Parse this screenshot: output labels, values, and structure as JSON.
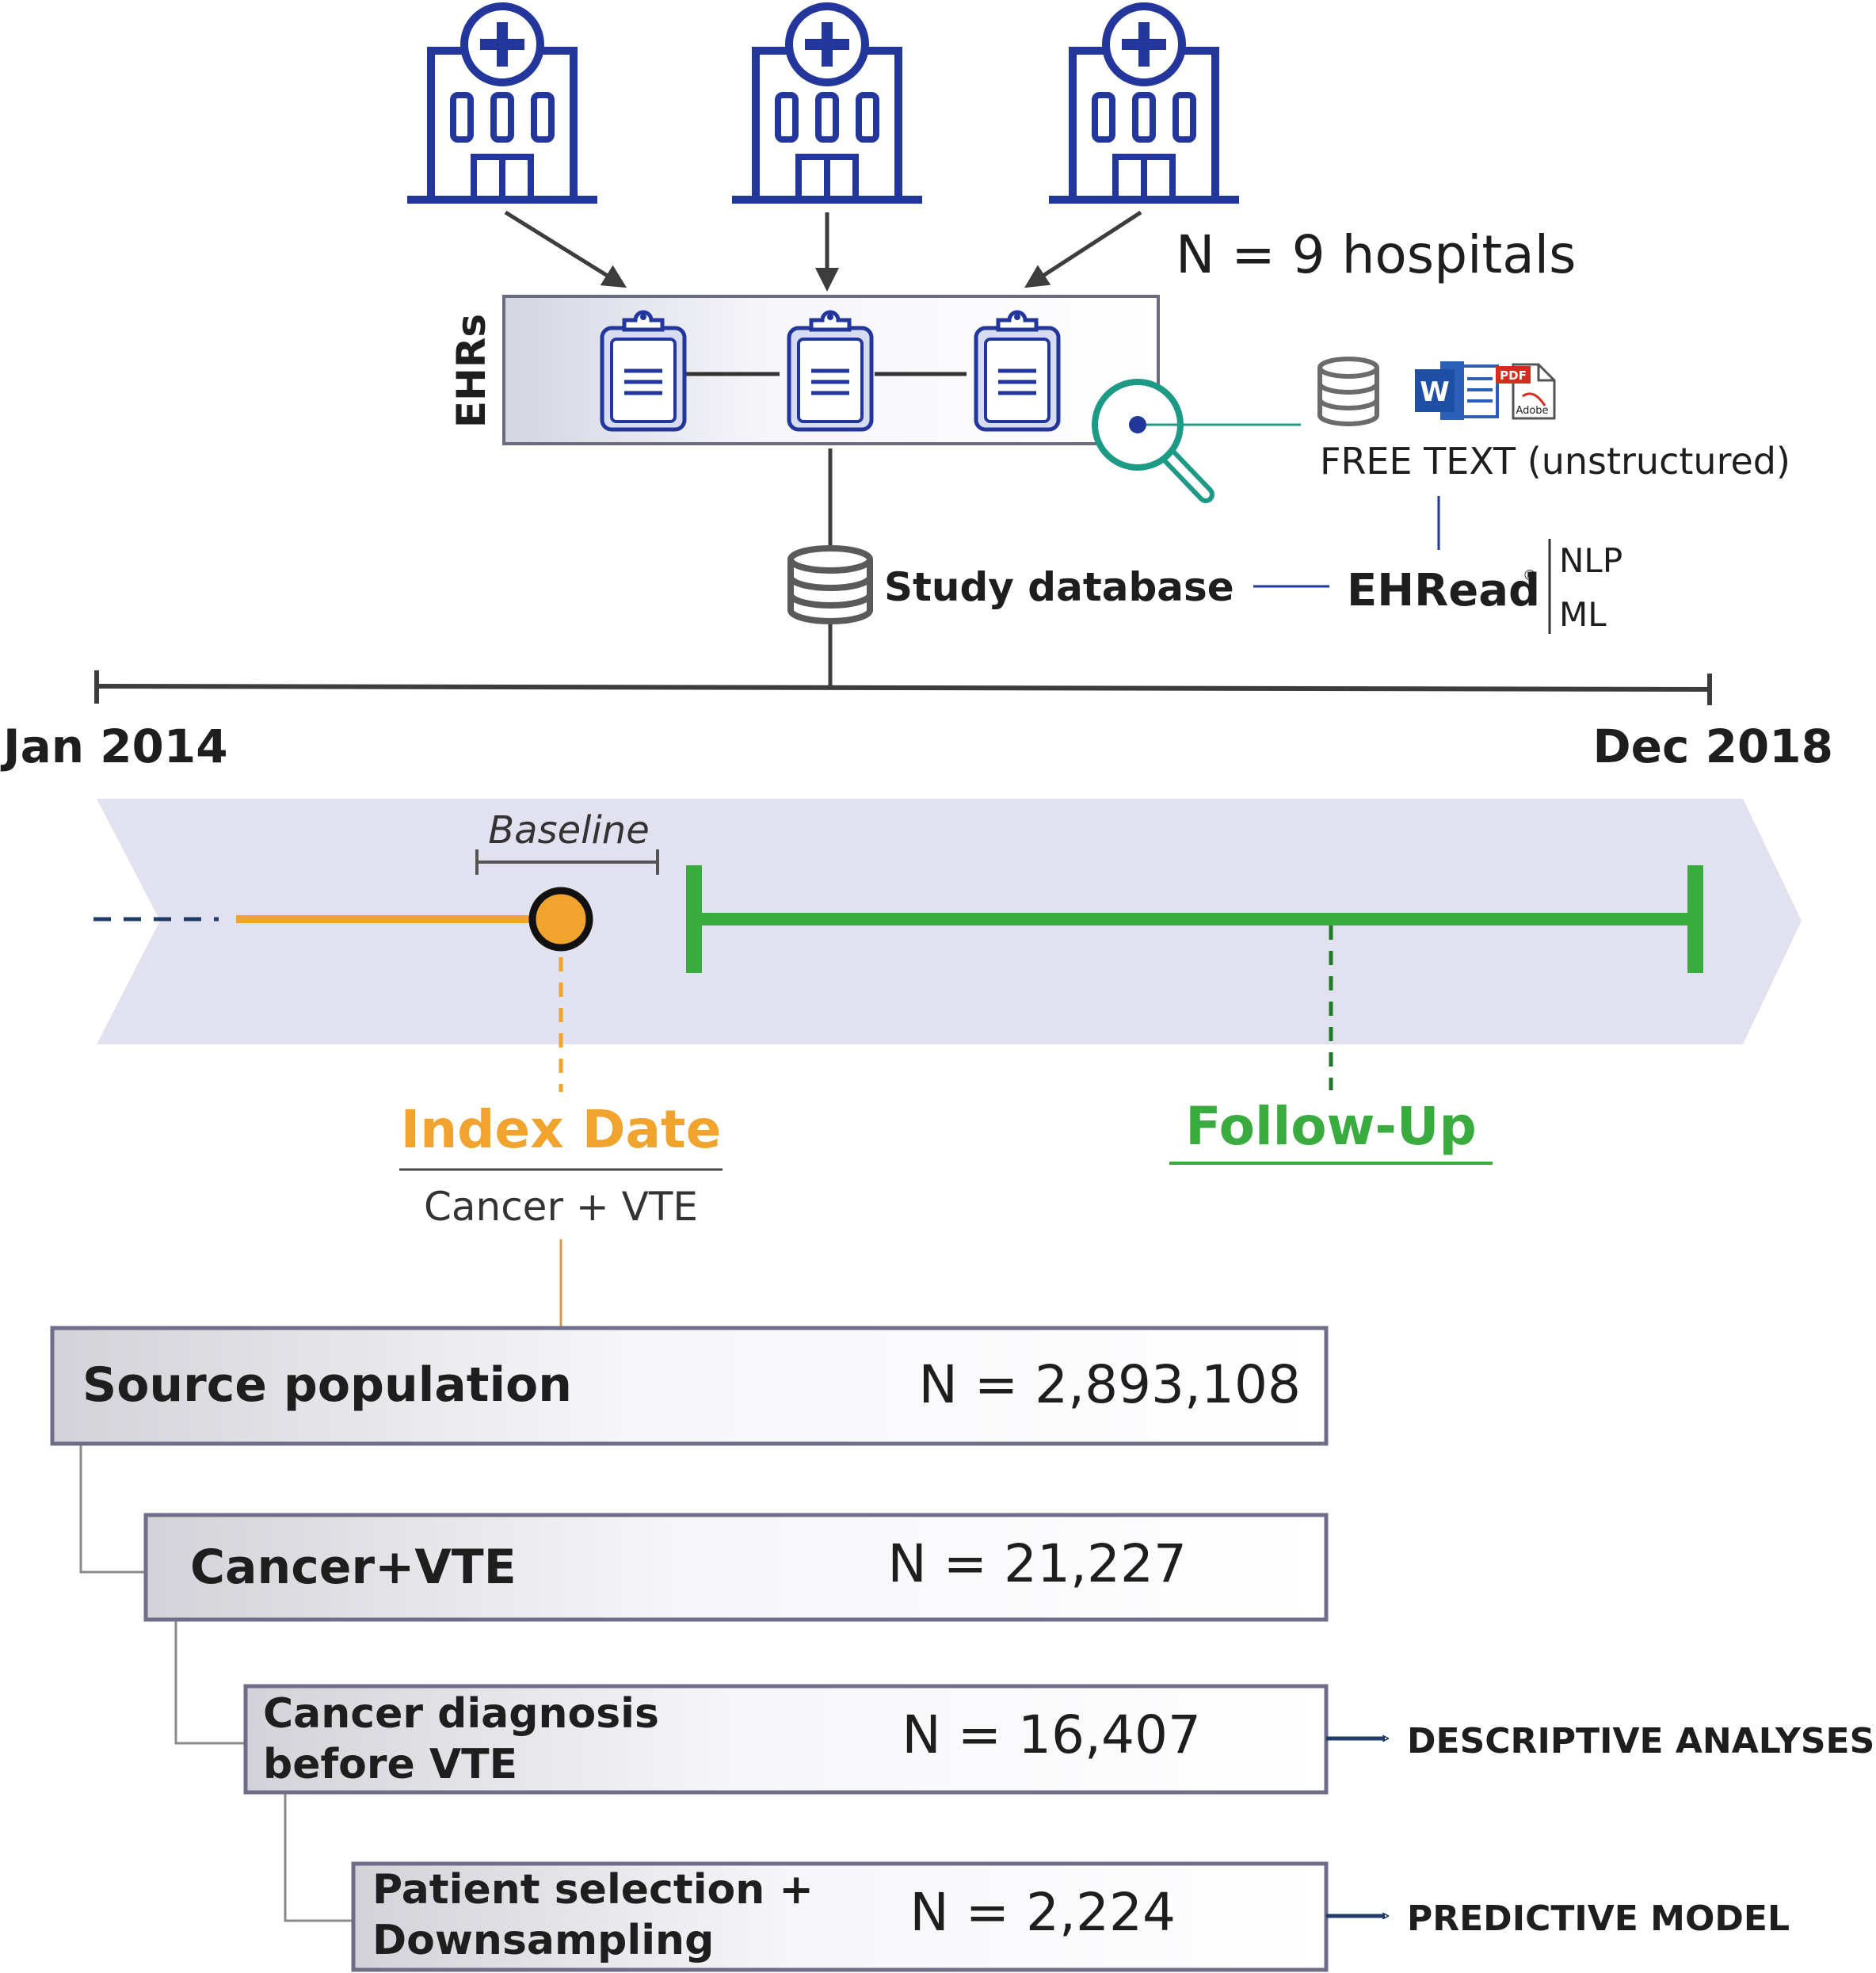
{
  "colors": {
    "hospital": "#22369c",
    "arrow": "#3d3d3d",
    "teal": "#1d9a86",
    "orange": "#f0a32d",
    "green": "#3aab3f",
    "dark_green": "#1f7a2a",
    "navy": "#1f3b66",
    "band": "#e1e1ef"
  },
  "icons": [
    "hospital-icon",
    "clipboard-icon",
    "magnifier-icon",
    "database-icon",
    "word-icon",
    "pdf-icon"
  ],
  "sources": {
    "hospitals_label": "N = 9 hospitals"
  },
  "ehr": {
    "label": "EHRs"
  },
  "free_text": {
    "label": "FREE TEXT (unstructured)",
    "word_letter": "W",
    "pdf_badge": "PDF",
    "pdf_brand": "Adobe"
  },
  "ehread": {
    "name": "EHRead",
    "mark": "®",
    "methods": [
      "NLP",
      "ML"
    ]
  },
  "study_db": {
    "label": "Study database"
  },
  "timeline": {
    "start": "Jan 2014",
    "end": "Dec 2018"
  },
  "design": {
    "baseline": "Baseline",
    "index_date": "Index Date",
    "index_sub": "Cancer + VTE",
    "follow_up": "Follow-Up"
  },
  "flow": [
    {
      "label_lines": [
        "Source population"
      ],
      "n": "N = 2,893,108"
    },
    {
      "label_lines": [
        "Cancer+VTE"
      ],
      "n": "N = 21,227"
    },
    {
      "label_lines": [
        "Cancer diagnosis",
        "before VTE"
      ],
      "n": "N = 16,407",
      "output": "DESCRIPTIVE ANALYSES"
    },
    {
      "label_lines": [
        "Patient selection +",
        "Downsampling"
      ],
      "n": "N = 2,224",
      "output": "PREDICTIVE MODEL"
    }
  ]
}
